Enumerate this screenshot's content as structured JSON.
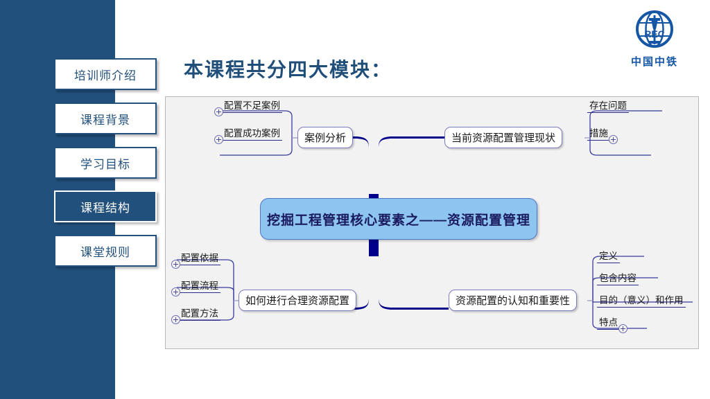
{
  "slide": {
    "title": "本课程共分四大模块：",
    "brand": {
      "name": "中国中铁",
      "mark_text": "CREC",
      "color": "#1557a5"
    },
    "accent_color": "#22507c"
  },
  "sidebar": {
    "items": [
      {
        "label": "培训师介绍",
        "active": false
      },
      {
        "label": "课程背景",
        "active": false
      },
      {
        "label": "学习目标",
        "active": false
      },
      {
        "label": "课程结构",
        "active": true
      },
      {
        "label": "课堂规则",
        "active": false
      }
    ]
  },
  "mindmap": {
    "center": "挖掘工程管理核心要素之——资源配置管理",
    "center_fill": "#8ec5f0",
    "trunk_color": "#00008b",
    "branches": {
      "top_left": {
        "node": "案例分析",
        "leaves": [
          "配置不足案例",
          "配置成功案例"
        ]
      },
      "top_right": {
        "node": "当前资源配置管理现状",
        "leaves": [
          "存在问题",
          "措施"
        ]
      },
      "bottom_left": {
        "node": "如何进行合理资源配置",
        "leaves": [
          "配置依据",
          "配置流程",
          "配置方法"
        ]
      },
      "bottom_right": {
        "node": "资源配置的认知和重要性",
        "leaves": [
          "定义",
          "包含内容",
          "目的（意义）和作用",
          "特点"
        ]
      }
    },
    "expander_icon": "plus-circle-icon"
  }
}
